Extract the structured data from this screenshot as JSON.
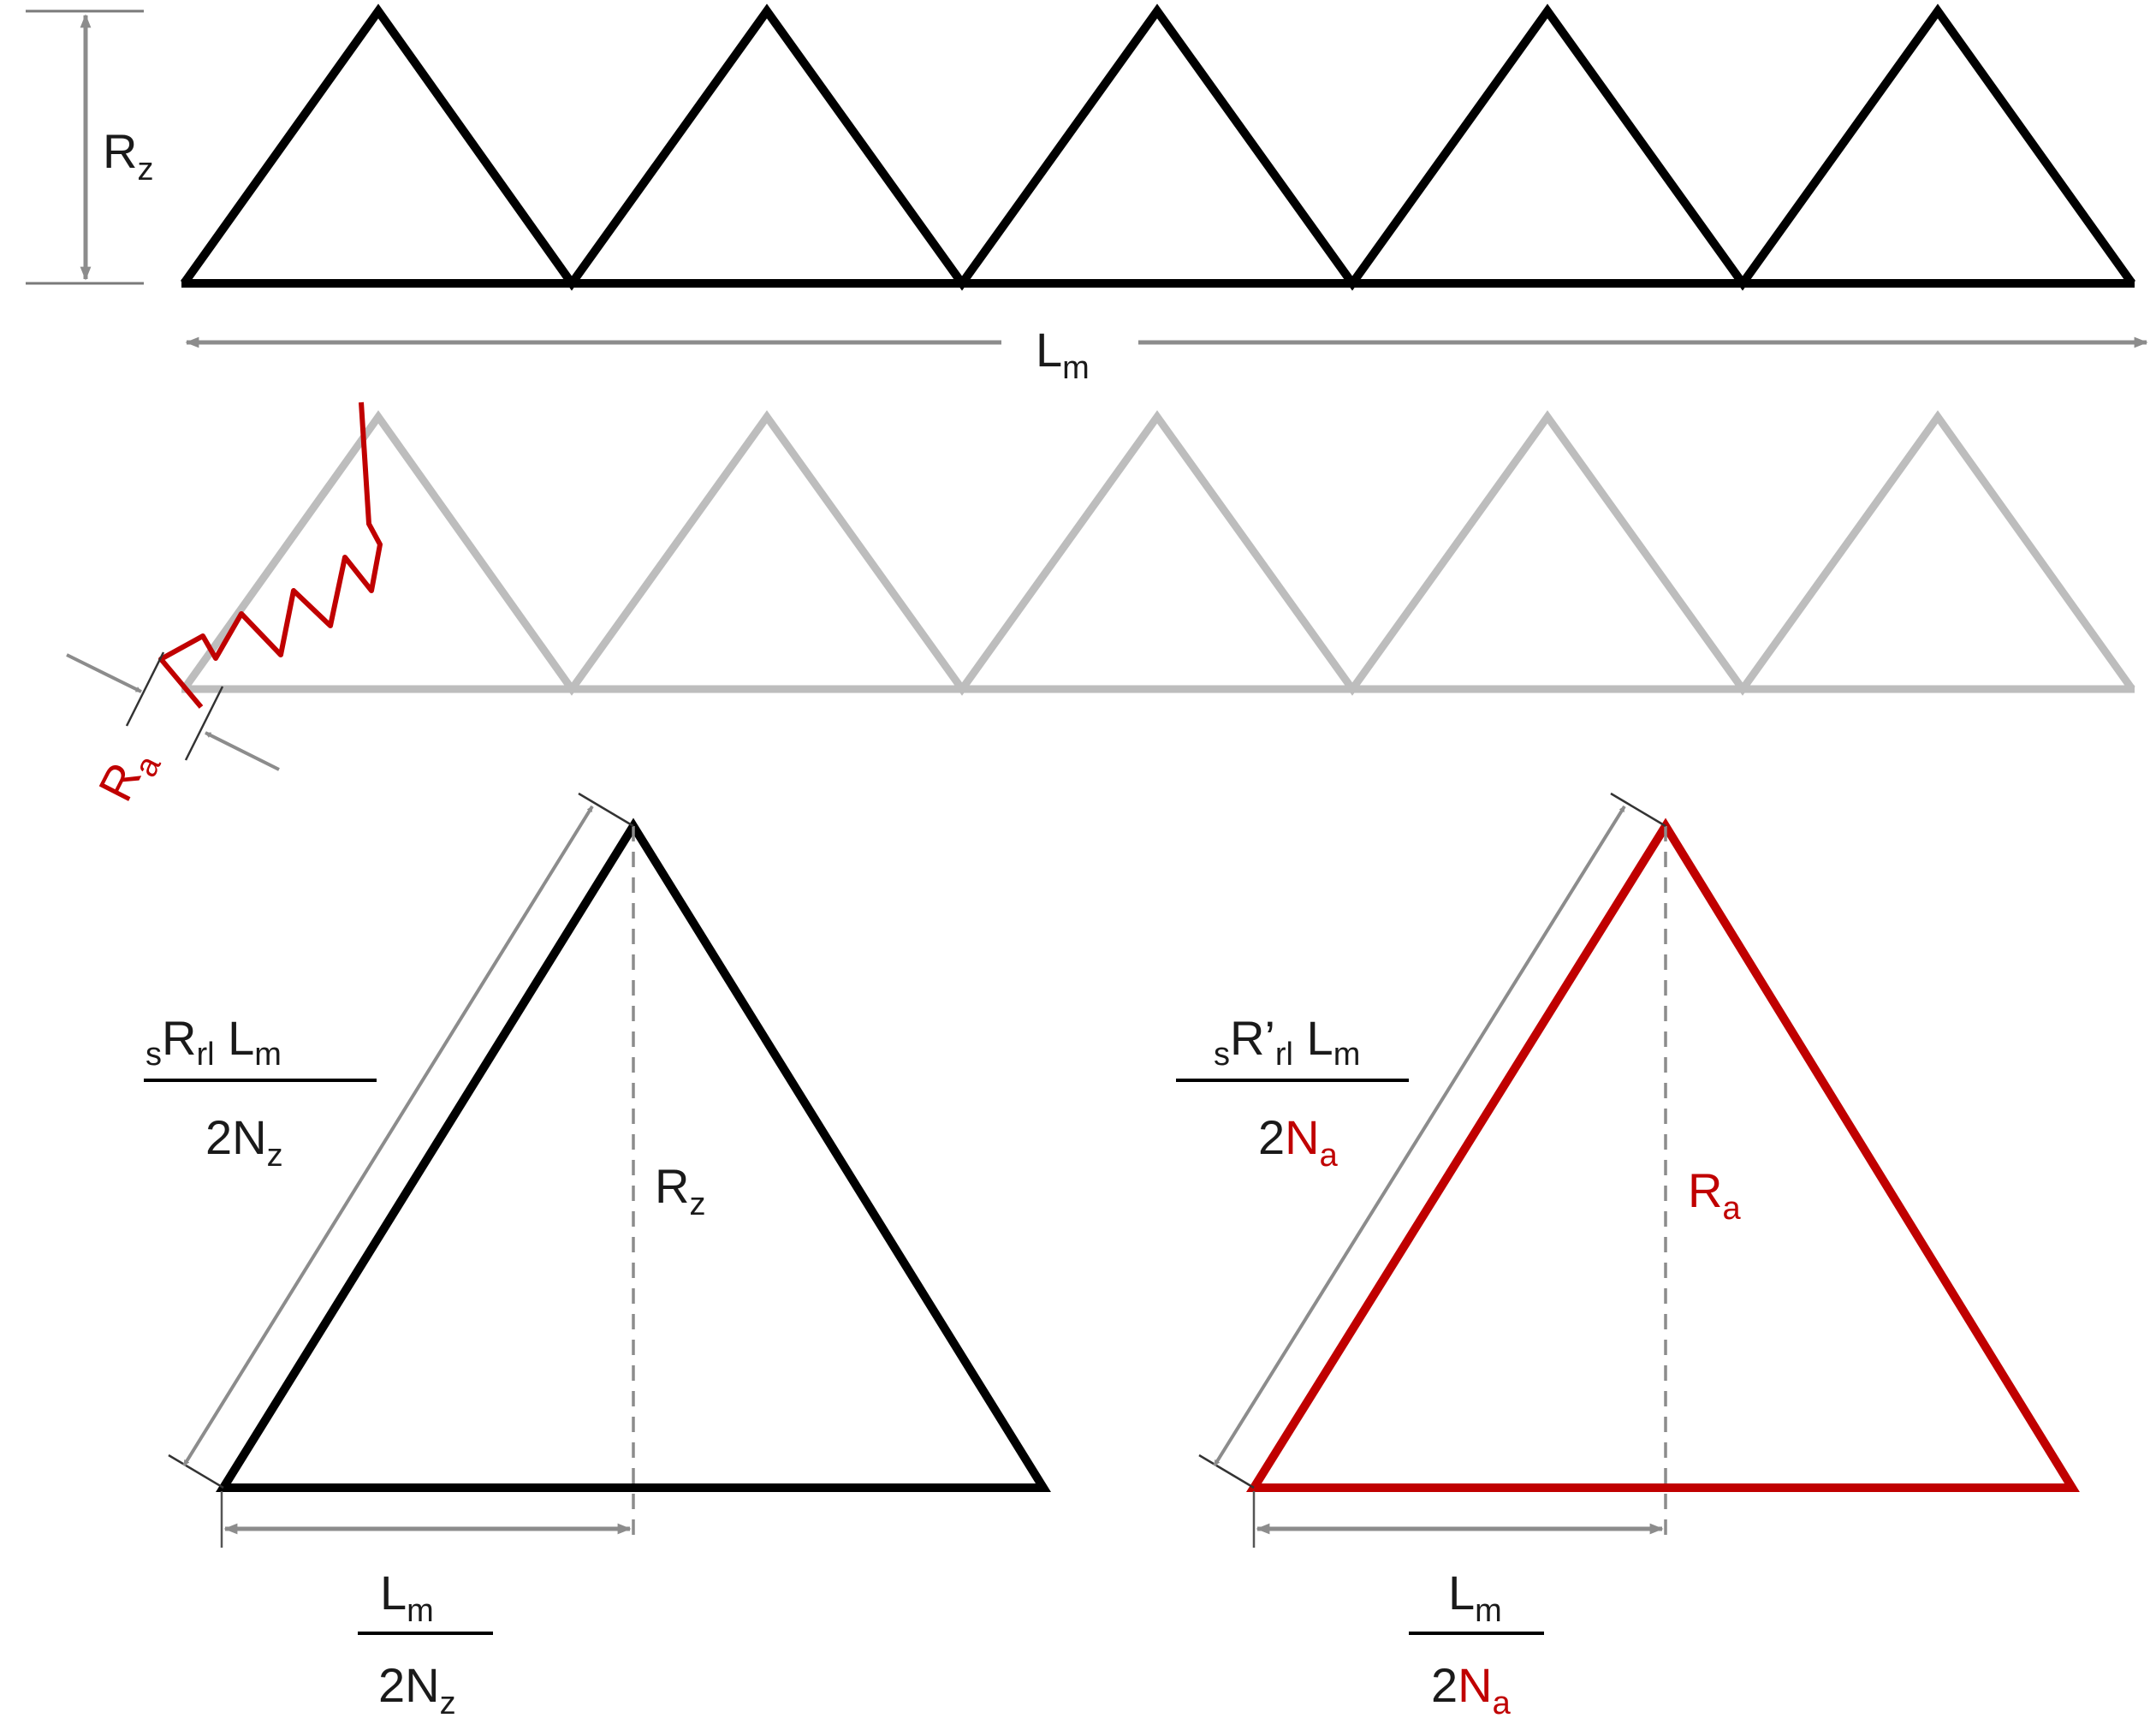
{
  "colors": {
    "profile": "#000000",
    "faded_profile": "#bdbdbd",
    "red": "#c00000",
    "dimension_gray": "#8c8c8c"
  },
  "top_profile": {
    "teeth": 5,
    "height_label": {
      "main": "R",
      "sub": "z"
    },
    "length_label": {
      "main": "L",
      "sub": "m"
    }
  },
  "middle_profile": {
    "teeth": 5,
    "roughness_label": {
      "main": "R",
      "sub": "a"
    }
  },
  "left_triangle": {
    "slant_numerator": {
      "pre_sub": "s",
      "main": "R",
      "sub": "rl",
      "main2": " L",
      "sub2": "m"
    },
    "slant_denominator": {
      "main": "2N",
      "sub": "z"
    },
    "height_label": {
      "main": "R",
      "sub": "z"
    },
    "base_numerator": {
      "main": "L",
      "sub": "m"
    },
    "base_denominator": {
      "main": "2N",
      "sub": "z"
    }
  },
  "right_triangle": {
    "slant_numerator": {
      "pre_sub": "s",
      "main": "R’",
      "sub": "rl",
      "main2": " L",
      "sub2": "m"
    },
    "slant_denominator": {
      "main": "2",
      "main_red": "N",
      "sub": "a"
    },
    "height_label": {
      "main": "R",
      "sub": "a"
    },
    "base_numerator": {
      "main": "L",
      "sub": "m"
    },
    "base_denominator": {
      "main": "2",
      "main_red": "N",
      "sub": "a"
    }
  }
}
